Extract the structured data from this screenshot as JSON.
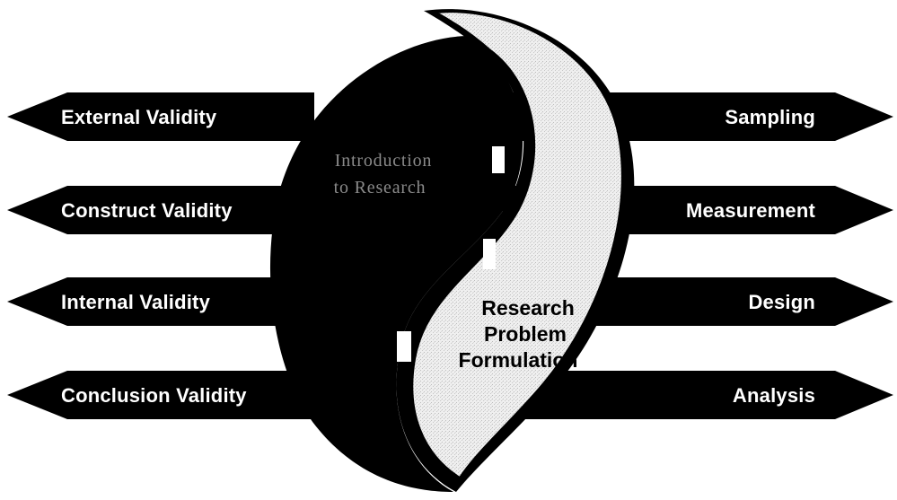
{
  "diagram": {
    "left_arrows": [
      "External Validity",
      "Construct Validity",
      "Internal Validity",
      "Conclusion Validity"
    ],
    "right_arrows": [
      "Sampling",
      "Measurement",
      "Design",
      "Analysis"
    ],
    "center": {
      "dark_label_line1": "Introduction",
      "dark_label_line2": "to Research",
      "light_label_line1": "Research",
      "light_label_line2": "Problem",
      "light_label_line3": "Formulation"
    }
  }
}
